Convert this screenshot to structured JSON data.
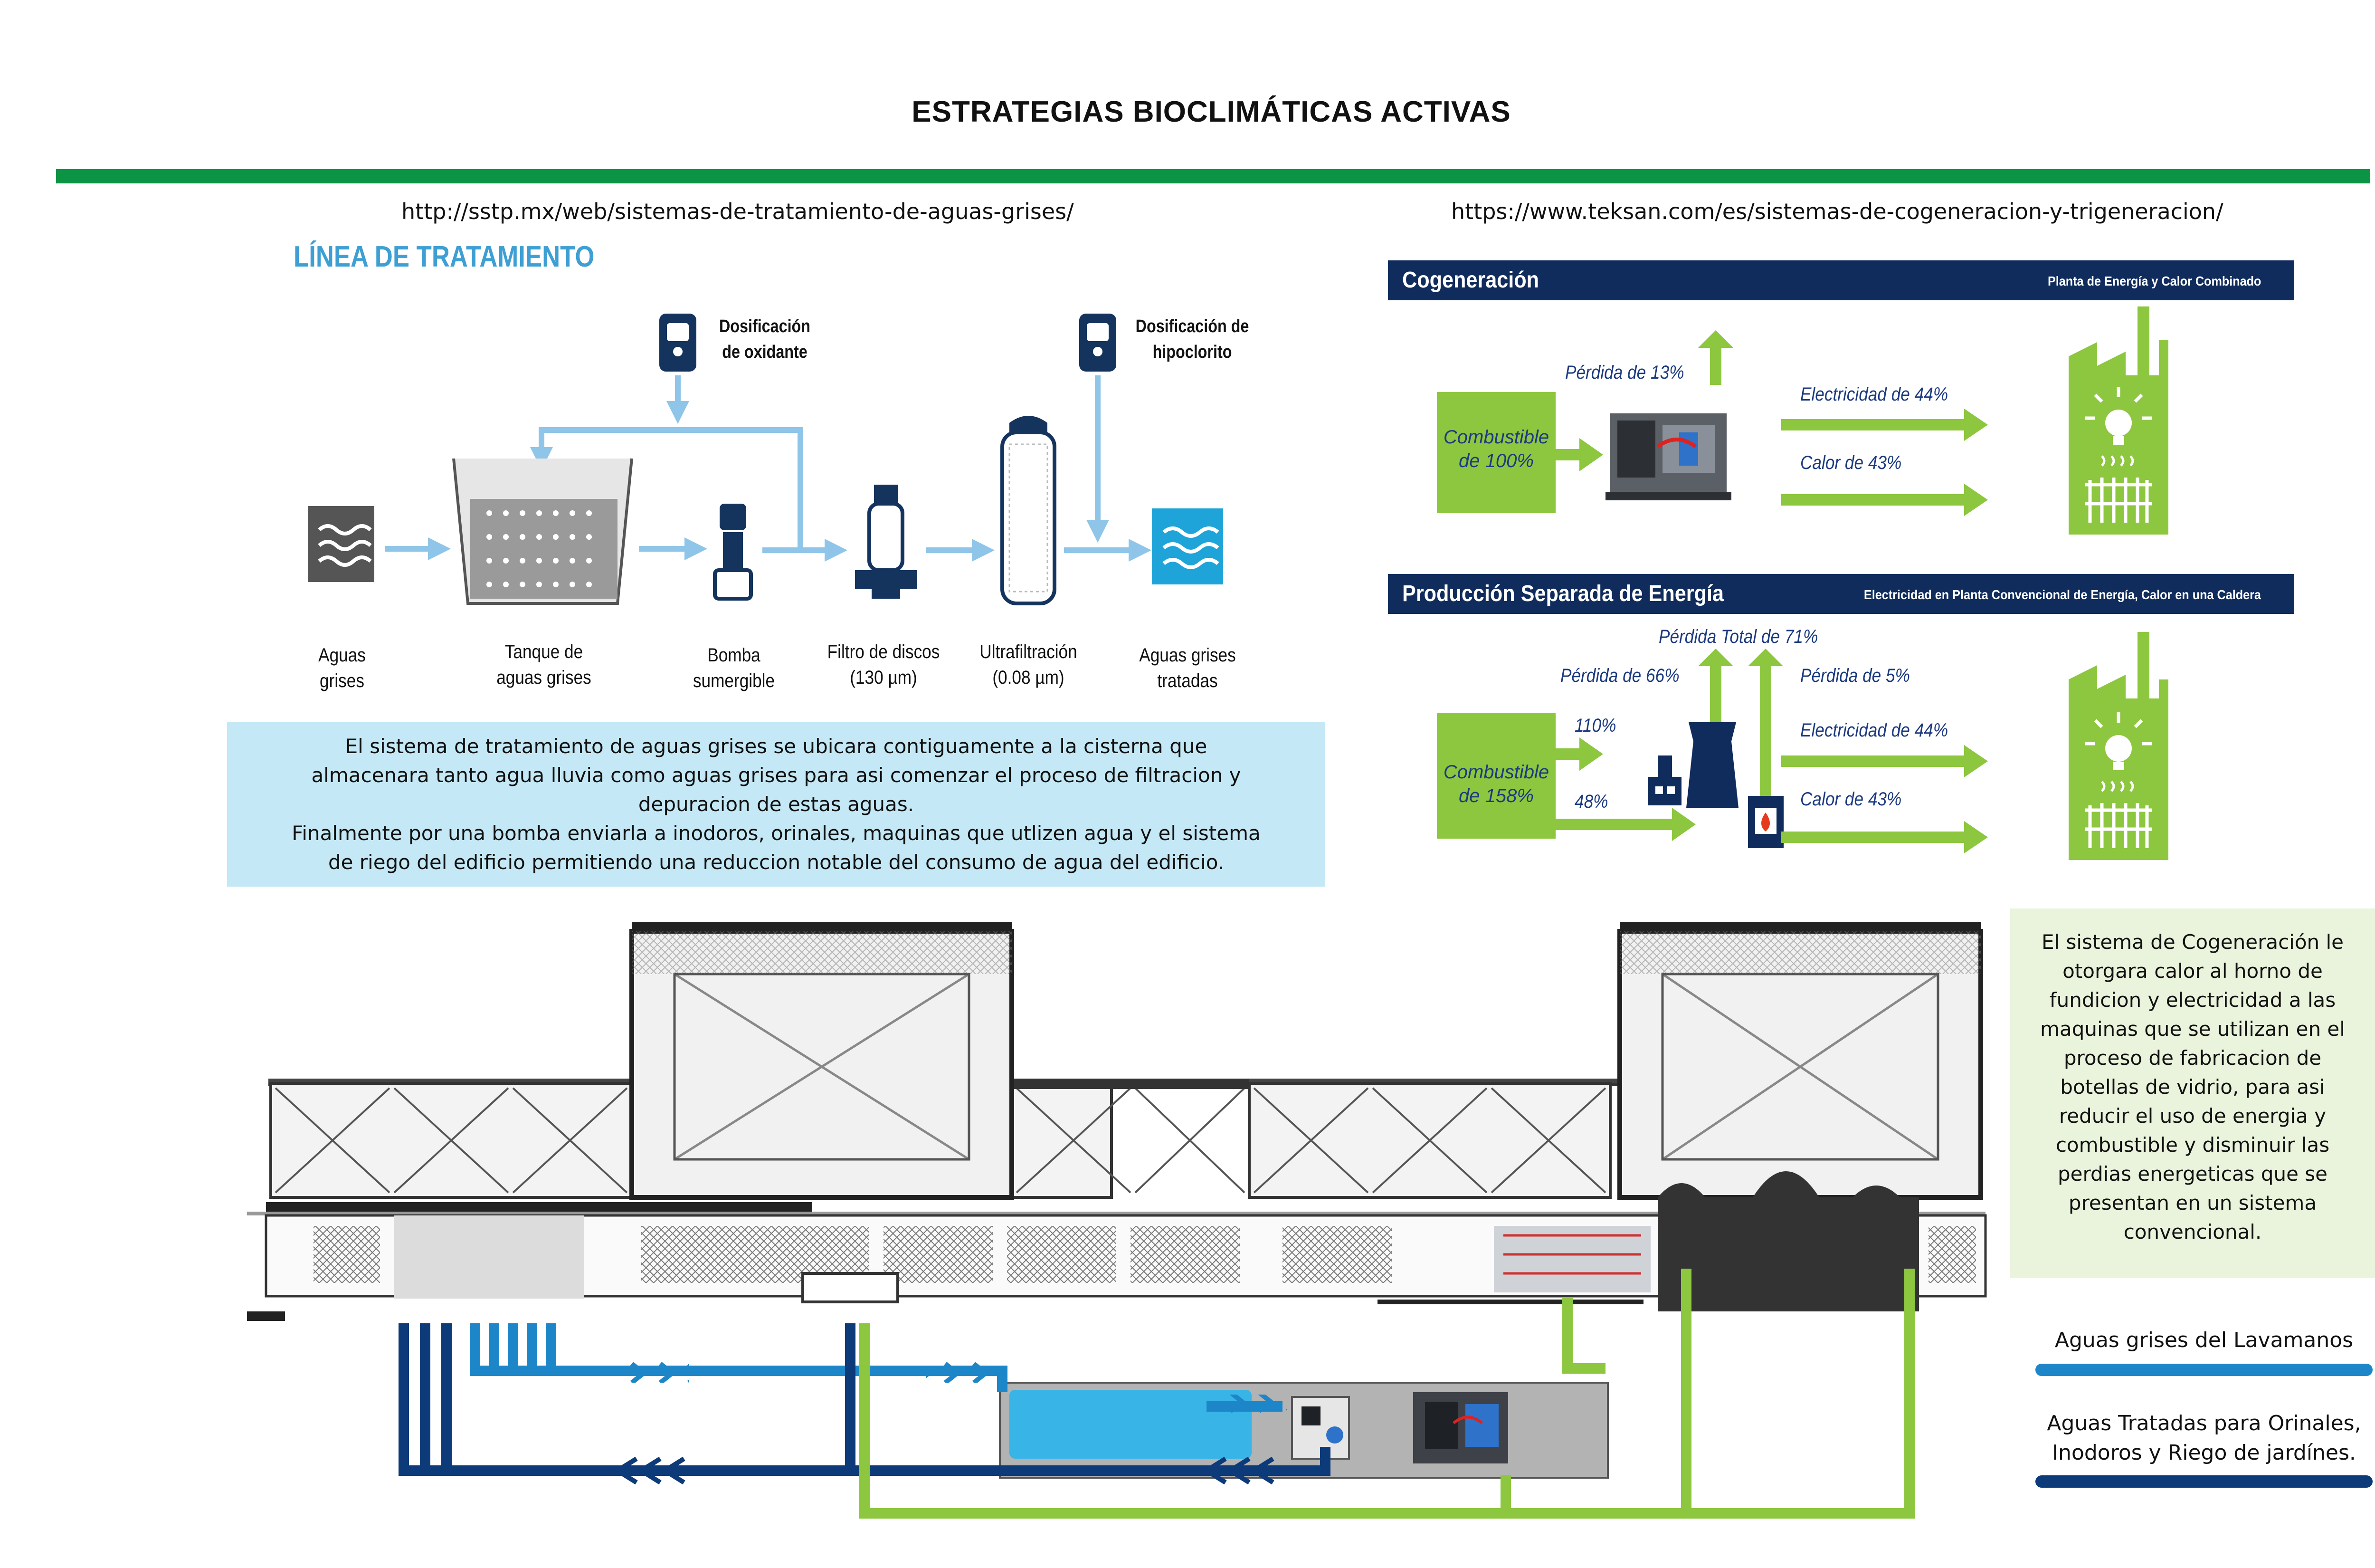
{
  "header": {
    "title": "ESTRATEGIAS BIOCLIMÁTICAS ACTIVAS",
    "accent_color": "#0b9444"
  },
  "sources": {
    "left_url": "http://sstp.mx/web/sistemas-de-tratamiento-de-aguas-grises/",
    "right_url": "https://www.teksan.com/es/sistemas-de-cogeneracion-y-trigeneracion/"
  },
  "treatment": {
    "title": "LÍNEA DE TRATAMIENTO",
    "title_color": "#3d9fd3",
    "dosing": [
      {
        "line1": "Dosificación",
        "line2": "de oxidante",
        "icon": "dosing-pump-icon"
      },
      {
        "line1": "Dosificación de",
        "line2": "hipoclorito",
        "icon": "dosing-pump-icon"
      }
    ],
    "steps": [
      {
        "line1": "Aguas",
        "line2": "grises",
        "icon": "greywater-icon"
      },
      {
        "line1": "Tanque de",
        "line2": "aguas grises",
        "icon": "tank-icon"
      },
      {
        "line1": "Bomba",
        "line2": "sumergible",
        "icon": "pump-icon"
      },
      {
        "line1": "Filtro de discos",
        "line2": "(130 µm)",
        "icon": "disc-filter-icon"
      },
      {
        "line1": "Ultrafiltración",
        "line2": "(0.08 µm)",
        "icon": "ultrafiltration-icon"
      },
      {
        "line1": "Aguas grises",
        "line2": "tratadas",
        "icon": "treated-water-icon"
      }
    ],
    "description": [
      "El sistema de tratamiento de aguas grises se ubicara contiguamente a la cisterna que",
      "almacenara tanto agua lluvia como aguas grises para asi comenzar el proceso de filtracion y",
      "depuracion de estas aguas.",
      "Finalmente por una bomba enviarla a inodoros, orinales, maquinas que utlizen agua y el sistema",
      "de riego del edificio permitiendo una reduccion notable del consumo de agua del edificio."
    ],
    "description_bg": "#c4e8f5"
  },
  "cogeneration": {
    "header_title": "Cogeneración",
    "header_subtitle": "Planta de Energía y Calor Combinado",
    "header_color": "#102c5c",
    "green": "#8dc63f",
    "loss": "Pérdida de 13%",
    "fuel_line1": "Combustible",
    "fuel_line2": "de 100%",
    "electricity": "Electricidad de 44%",
    "heat": "Calor de 43%"
  },
  "separate": {
    "header_title": "Producción Separada de Energía",
    "header_subtitle": "Electricidad en Planta Convencional de Energía, Calor en una Caldera",
    "total_loss": "Pérdida Total de 71%",
    "loss_plant": "Pérdida de 66%",
    "loss_boiler": "Pérdida de 5%",
    "fuel_line1": "Combustible",
    "fuel_line2": "de 158%",
    "share_plant": "110%",
    "share_boiler": "48%",
    "electricity": "Electricidad de 44%",
    "heat": "Calor de 43%"
  },
  "cogen_description": [
    "El sistema de Cogeneración le",
    "otorgara calor al horno de",
    "fundicion y electricidad a las",
    "maquinas que se utilizan en el",
    "proceso de fabricacion de",
    "botellas de vidrio, para asi",
    "reducir el uso de energia y",
    "combustible y disminuir las",
    "perdias energeticas que se",
    "presentan en un sistema",
    "convencional."
  ],
  "cogen_description_bg": "#eaf3dc",
  "legend": [
    {
      "label_line1": "Aguas grises del Lavamanos",
      "label_line2": "",
      "color": "#1d86c8"
    },
    {
      "label_line1": "Aguas Tratadas para Orinales,",
      "label_line2": "Inodoros y Riego de jardínes.",
      "color": "#0d3a78"
    }
  ]
}
